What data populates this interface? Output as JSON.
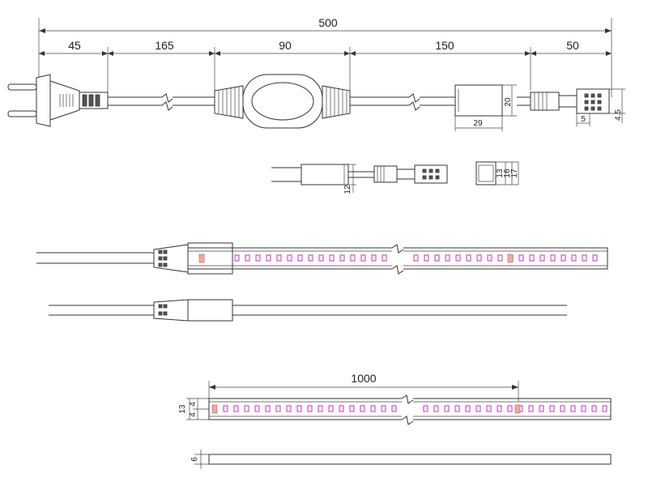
{
  "cable_dimensions": {
    "total": "500",
    "plug": "45",
    "cable_a": "165",
    "switch_box": "90",
    "cable_b": "150",
    "connector": "50",
    "end_height": "4.5",
    "end_pin": "5",
    "cap_length": "29",
    "cap_height": "20"
  },
  "connector_dimensions": {
    "cap_height": "12",
    "endcap_inner": "13",
    "endcap_mid": "16",
    "endcap_outer": "17"
  },
  "strip_dimensions": {
    "segment_length": "1000",
    "width": "13",
    "led_a": "4",
    "led_b": "4",
    "thickness": "6"
  },
  "colors": {
    "led_outline": "#d040c8",
    "chip": "#f2a9a0",
    "line": "#333333"
  }
}
